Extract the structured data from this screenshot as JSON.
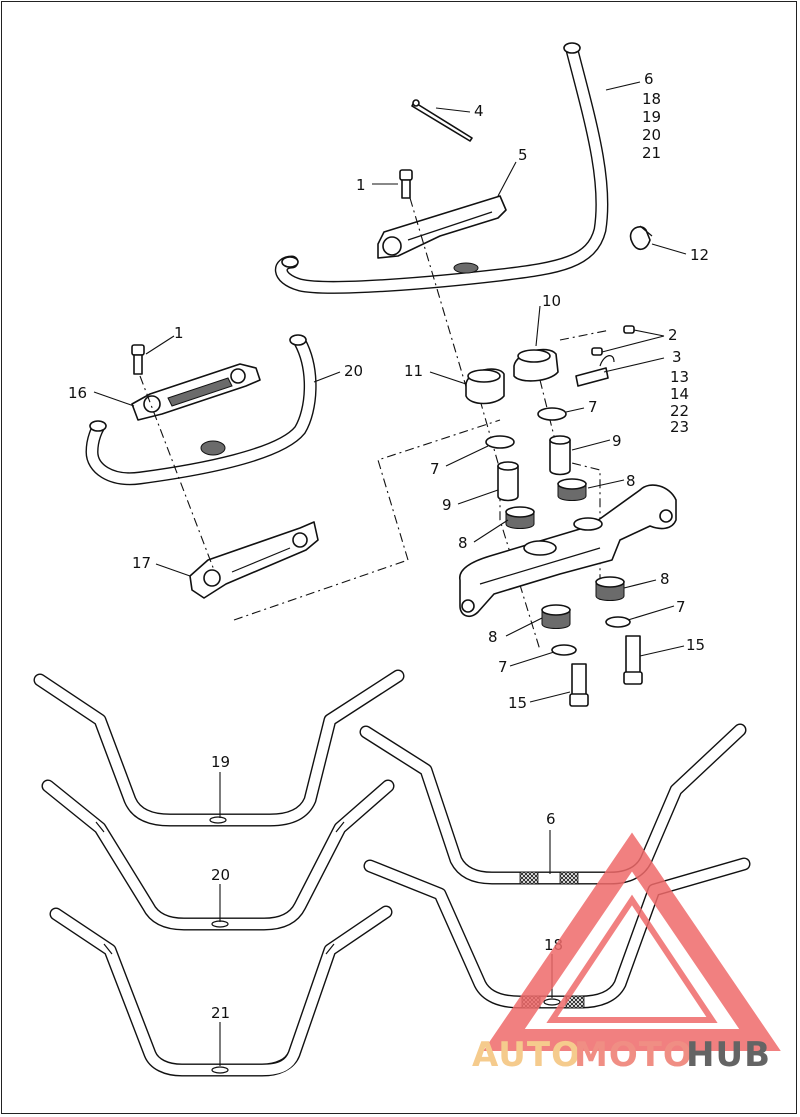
{
  "diagram": {
    "callouts": [
      {
        "id": "c1a",
        "text": "1"
      },
      {
        "id": "c1b",
        "text": "1"
      },
      {
        "id": "c2",
        "text": "2"
      },
      {
        "id": "c3",
        "text": "3"
      },
      {
        "id": "c4",
        "text": "4"
      },
      {
        "id": "c5",
        "text": "5"
      },
      {
        "id": "c6",
        "text": "6"
      },
      {
        "id": "c6b",
        "text": "6"
      },
      {
        "id": "c7a",
        "text": "7"
      },
      {
        "id": "c7b",
        "text": "7"
      },
      {
        "id": "c7c",
        "text": "7"
      },
      {
        "id": "c7d",
        "text": "7"
      },
      {
        "id": "c8a",
        "text": "8"
      },
      {
        "id": "c8b",
        "text": "8"
      },
      {
        "id": "c8c",
        "text": "8"
      },
      {
        "id": "c8d",
        "text": "8"
      },
      {
        "id": "c9a",
        "text": "9"
      },
      {
        "id": "c9b",
        "text": "9"
      },
      {
        "id": "c10",
        "text": "10"
      },
      {
        "id": "c11",
        "text": "11"
      },
      {
        "id": "c12",
        "text": "12"
      },
      {
        "id": "c13",
        "text": "13"
      },
      {
        "id": "c14",
        "text": "14"
      },
      {
        "id": "c15a",
        "text": "15"
      },
      {
        "id": "c15b",
        "text": "15"
      },
      {
        "id": "c16",
        "text": "16"
      },
      {
        "id": "c17",
        "text": "17"
      },
      {
        "id": "c18",
        "text": "18"
      },
      {
        "id": "c18b",
        "text": "18"
      },
      {
        "id": "c19",
        "text": "19"
      },
      {
        "id": "c19b",
        "text": "19"
      },
      {
        "id": "c20",
        "text": "20"
      },
      {
        "id": "c20b",
        "text": "20"
      },
      {
        "id": "c20c",
        "text": "20"
      },
      {
        "id": "c21",
        "text": "21"
      },
      {
        "id": "c21b",
        "text": "21"
      },
      {
        "id": "c22",
        "text": "22"
      },
      {
        "id": "c23",
        "text": "23"
      }
    ]
  },
  "watermark": {
    "word_auto": "AUTO",
    "word_moto": "MOTO",
    "word_hub": "HUB",
    "color_auto": "#f4c27a",
    "color_moto": "#ee7b6f",
    "color_hub": "#4a4a4a",
    "color_triangle": "#ef6a6a"
  }
}
